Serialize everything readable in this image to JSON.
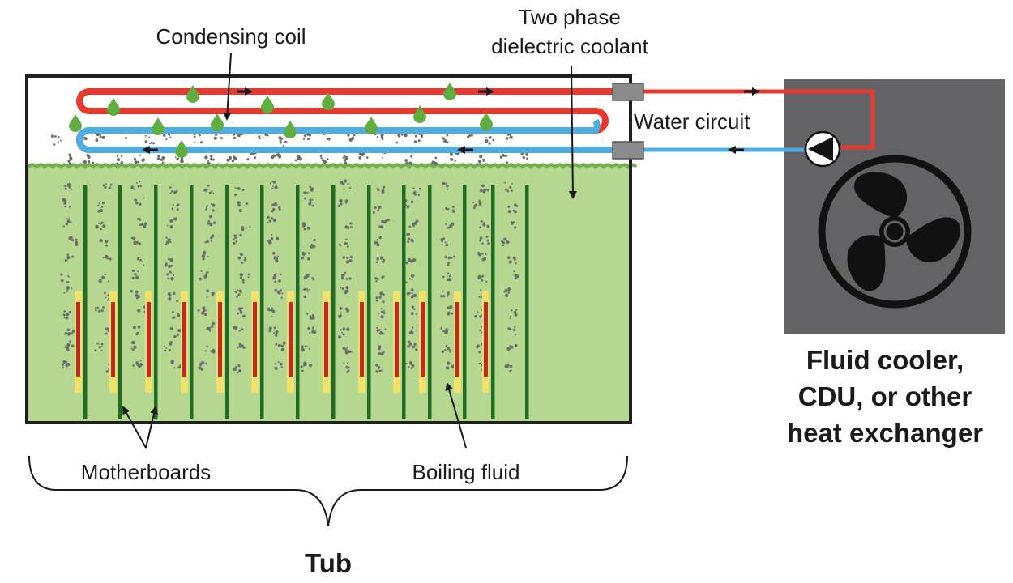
{
  "labels": {
    "condensing_coil": "Condensing coil",
    "coolant_line1": "Two phase",
    "coolant_line2": "dielectric coolant",
    "water_circuit": "Water circuit",
    "cooler_line1": "Fluid cooler,",
    "cooler_line2": "CDU, or other",
    "cooler_line3": "heat exchanger",
    "motherboards": "Motherboards",
    "boiling_fluid": "Boiling fluid",
    "tub": "Tub"
  },
  "colors": {
    "hot_water": "#e8392e",
    "cold_water": "#4daee3",
    "liquid": "#b5d78f",
    "board": "#226b22",
    "chip": "#c0282a",
    "chip_glow": "#f2e26a",
    "droplet": "#5fae3f",
    "vapor": "#6d6d6d",
    "cooler_body": "#636365",
    "fan": "#111111",
    "tub_border": "#1f1f1f",
    "fitting": "#8a8a8a"
  },
  "icons": {
    "pump": "pump-icon",
    "fan": "fan-icon"
  }
}
